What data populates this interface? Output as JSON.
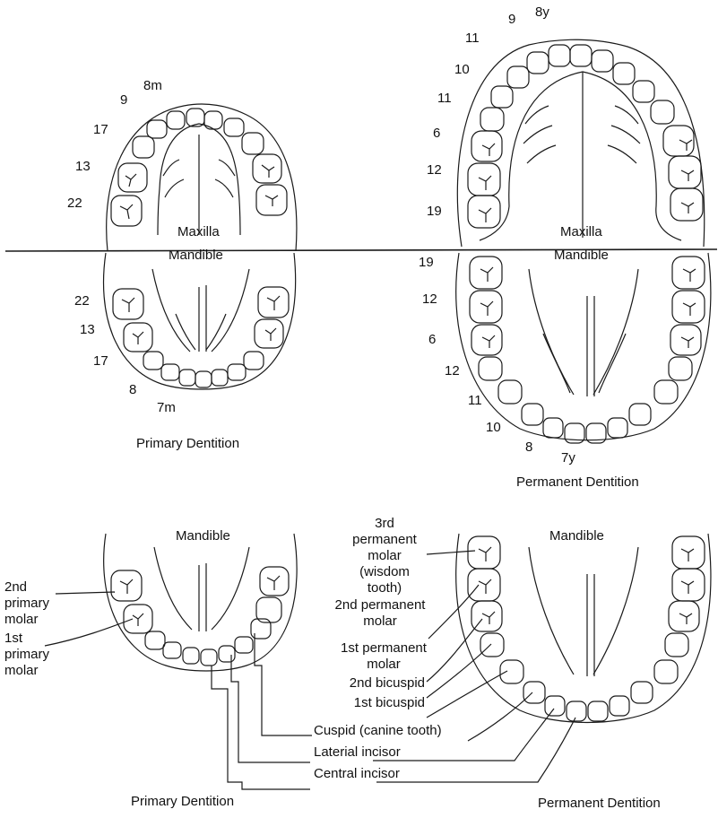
{
  "colors": {
    "ink": "#1a1a1a",
    "background": "#ffffff"
  },
  "upper_primary": {
    "arch_label": "Maxilla",
    "times": [
      "8m",
      "9",
      "17",
      "13",
      "22"
    ]
  },
  "upper_permanent": {
    "arch_label": "Maxilla",
    "times": [
      "8y",
      "9",
      "11",
      "10",
      "11",
      "6",
      "12",
      "19"
    ]
  },
  "lower_primary": {
    "arch_label": "Mandible",
    "times": [
      "22",
      "13",
      "17",
      "8",
      "7m"
    ],
    "caption": "Primary Dentition"
  },
  "lower_permanent": {
    "arch_label": "Mandible",
    "times": [
      "19",
      "12",
      "6",
      "12",
      "11",
      "10",
      "8",
      "7y"
    ],
    "caption": "Permanent Dentition"
  },
  "bottom_primary": {
    "arch_label": "Mandible",
    "caption": "Primary Dentition",
    "labels": {
      "second_molar": "2nd primary molar",
      "first_molar": "1st primary molar"
    }
  },
  "bottom_permanent": {
    "arch_label": "Mandible",
    "caption": "Permanent Dentition",
    "labels": {
      "third_molar": "3rd permanent molar (wisdom tooth)",
      "second_molar": "2nd permanent molar",
      "first_molar": "1st permanent molar",
      "second_bicuspid": "2nd bicuspid",
      "first_bicuspid": "1st bicuspid",
      "cuspid": "Cuspid (canine tooth)",
      "lateral_incisor": "Laterial incisor",
      "central_incisor": "Central incisor"
    }
  }
}
